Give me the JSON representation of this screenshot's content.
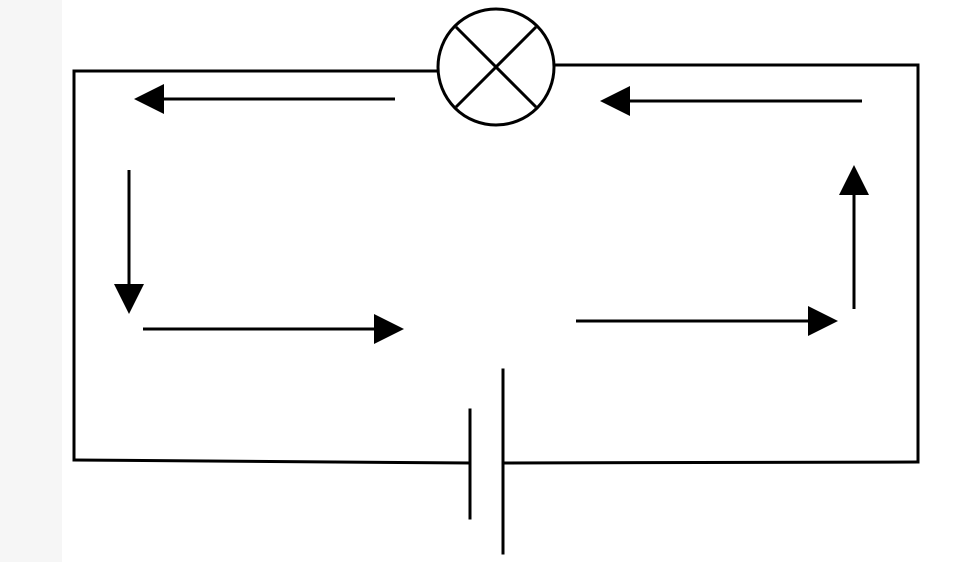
{
  "diagram": {
    "type": "circuit",
    "components": [
      {
        "id": "lamp",
        "kind": "lamp",
        "symbol": "lamp-icon"
      },
      {
        "id": "cell",
        "kind": "cell",
        "symbol": "battery-cell-icon"
      }
    ],
    "current_arrows": [
      {
        "id": "top-left",
        "direction": "left"
      },
      {
        "id": "top-right",
        "direction": "left"
      },
      {
        "id": "left-down",
        "direction": "down"
      },
      {
        "id": "bottom-left",
        "direction": "right"
      },
      {
        "id": "bottom-right",
        "direction": "right"
      },
      {
        "id": "right-up",
        "direction": "up"
      }
    ],
    "colors": {
      "stroke": "#000000",
      "background": "#ffffff",
      "margin": "#f6f6f6"
    }
  }
}
